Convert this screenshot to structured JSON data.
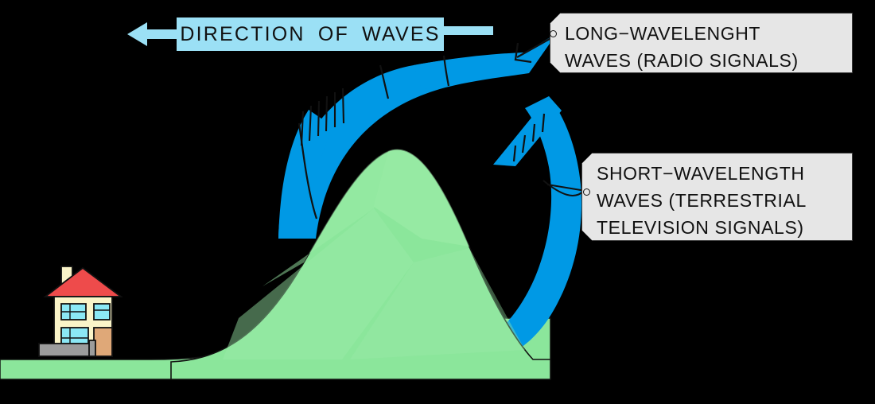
{
  "diagram": {
    "title_banner": {
      "text": "DIRECTION OF WAVES",
      "arrow_icon": "left-arrow-icon",
      "fill": "#9BE0F5"
    },
    "callouts": [
      {
        "id": "long-wavelength",
        "line1": "LONG−WAVELENGHT",
        "line2": "WAVES (RADIO SIGNALS)",
        "fill": "#E6E6E6"
      },
      {
        "id": "short-wavelength",
        "line1": "SHORT−WAVELENGTH",
        "line2": "WAVES (TERRESTRIAL",
        "line3": "TELEVISION SIGNALS)",
        "fill": "#E6E6E6"
      }
    ],
    "scene": {
      "background": "#000000",
      "ground_color": "#8BE69B",
      "hill_color": "#8BE69B",
      "wave_color": "#0099E5",
      "house": {
        "wall_color": "#FAF4C8",
        "roof_color": "#EE4B4B",
        "window_color": "#8BE8F5",
        "door_color": "#DFA878",
        "chimney_color": "#FAF4C8",
        "wall_base_color": "#9C9C9C"
      }
    }
  }
}
